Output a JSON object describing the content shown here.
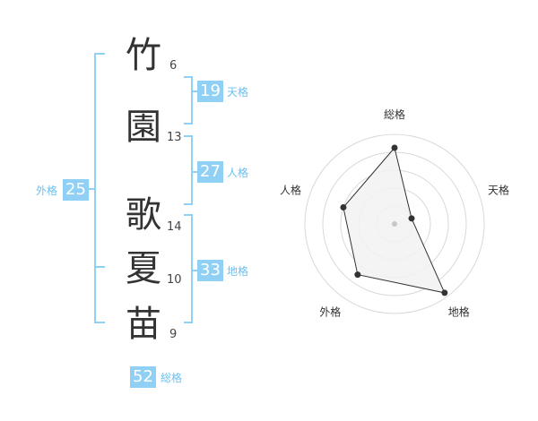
{
  "name": {
    "characters": [
      {
        "char": "竹",
        "strokes": "6"
      },
      {
        "char": "園",
        "strokes": "13"
      },
      {
        "char": "歌",
        "strokes": "14"
      },
      {
        "char": "夏",
        "strokes": "10"
      },
      {
        "char": "苗",
        "strokes": "9"
      }
    ]
  },
  "fortune": {
    "tenkaku": {
      "label": "天格",
      "value": "19"
    },
    "jinkaku": {
      "label": "人格",
      "value": "27"
    },
    "chikaku": {
      "label": "地格",
      "value": "33"
    },
    "gaikaku": {
      "label": "外格",
      "value": "25"
    },
    "soukaku": {
      "label": "総格",
      "value": "52"
    }
  },
  "colors": {
    "bracket": "#8fd0f4",
    "badge_bg": "#8fd0f4",
    "badge_text": "#ffffff",
    "label_text": "#6cc0ee",
    "kanji_text": "#333333",
    "radar_fill": "#f2f2f2",
    "radar_line": "#333333",
    "grid": "#d9d9d9"
  },
  "chart_data": {
    "type": "radar",
    "axes": [
      "総格",
      "天格",
      "地格",
      "外格",
      "人格"
    ],
    "values": [
      0.85,
      0.2,
      0.95,
      0.7,
      0.6
    ],
    "range": [
      0,
      1
    ],
    "grid_rings": 5,
    "grid": true
  }
}
